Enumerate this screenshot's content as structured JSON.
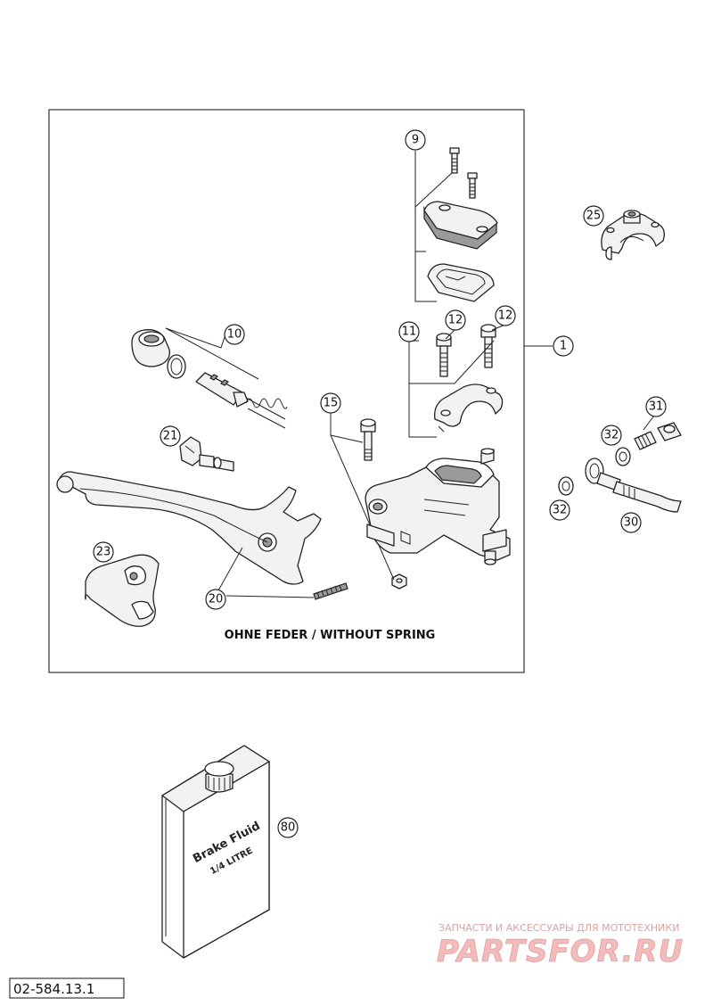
{
  "caption": "OHNE FEDER / WITHOUT SPRING",
  "callouts": [
    {
      "id": "c9",
      "label": "9"
    },
    {
      "id": "c25",
      "label": "25"
    },
    {
      "id": "c10",
      "label": "10"
    },
    {
      "id": "c11",
      "label": "11"
    },
    {
      "id": "c12a",
      "label": "12"
    },
    {
      "id": "c12b",
      "label": "12"
    },
    {
      "id": "c1",
      "label": "1"
    },
    {
      "id": "c15",
      "label": "15"
    },
    {
      "id": "c31",
      "label": "31"
    },
    {
      "id": "c21",
      "label": "21"
    },
    {
      "id": "c32a",
      "label": "32"
    },
    {
      "id": "c32b",
      "label": "32"
    },
    {
      "id": "c30",
      "label": "30"
    },
    {
      "id": "c23",
      "label": "23"
    },
    {
      "id": "c20",
      "label": "20"
    },
    {
      "id": "c80",
      "label": "80"
    }
  ],
  "container": {
    "line1": "Brake Fluid",
    "line2": "1/4 LITRE"
  },
  "watermark": {
    "tagline": "ЗАПЧАСТИ И АКСЕССУАРЫ ДЛЯ МОТОТЕХНИКИ",
    "logo": "PARTSFOR.RU"
  },
  "drawing_code": "02-584.13.1"
}
